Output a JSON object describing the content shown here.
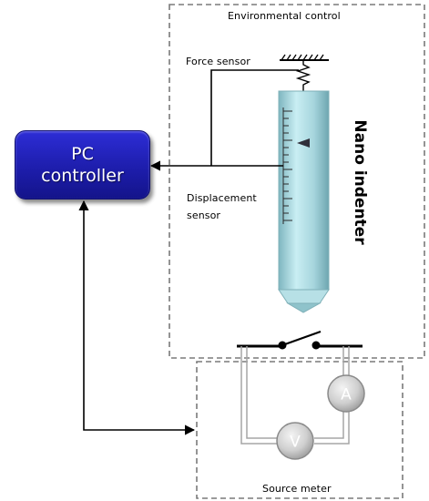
{
  "diagram": {
    "environmental_control_label": "Environmental control",
    "force_sensor_label": "Force sensor",
    "displacement_sensor_label_line1": "Displacement",
    "displacement_sensor_label_line2": "sensor",
    "nano_indenter_label": "Nano indenter",
    "pc_controller_line1": "PC",
    "pc_controller_line2": "controller",
    "source_meter_label": "Source meter",
    "ammeter_symbol": "A",
    "voltmeter_symbol": "V"
  },
  "colors": {
    "pc_box": "#1f1fb0",
    "indenter_body": "#a9d6de",
    "meter_circle": "#c8c8c8",
    "dashed_border": "#7a7a7a"
  }
}
